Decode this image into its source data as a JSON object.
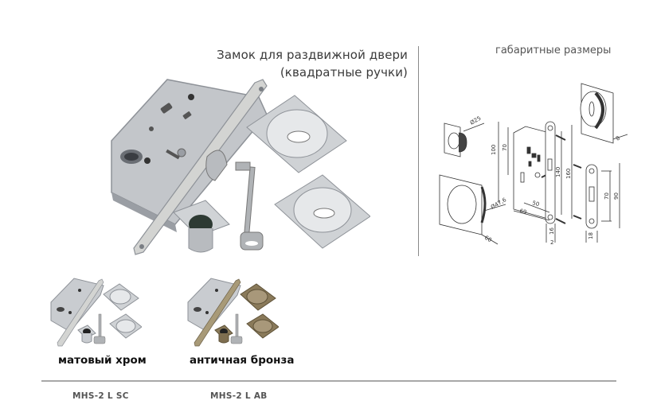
{
  "main_product": {
    "title_line1": "Замок для раздвижной двери",
    "title_line2": "(квадратные ручки)",
    "image_alt": "sliding-door lock set with square pulls, key and thumb turn"
  },
  "dimensions": {
    "title": "габаритные размеры",
    "labels": {
      "pull_small_diameter": "Ø25",
      "pull_large_diameter": "Ø47,6",
      "pull_size": "60",
      "height_100": "100",
      "height_70": "70",
      "faceplate_140": "140",
      "faceplate_160": "160",
      "backset_50": "50",
      "depth_69": "69",
      "faceplate_width": "16",
      "faceplate_thickness": "2",
      "handle_depth": "8",
      "strike_70": "70",
      "strike_90": "90",
      "strike_width": "18"
    }
  },
  "variants": [
    {
      "label": "матовый хром",
      "sku": "MHS-2 L SC",
      "finish_color": "#c9ccd0"
    },
    {
      "label": "античная бронза",
      "sku": "MHS-2 L AB",
      "finish_color": "#8a7a5a"
    }
  ],
  "colors": {
    "chrome": "#c9ccd0",
    "chrome_dark": "#8e9298",
    "bronze": "#8a7a5a",
    "line": "#a8a8a8"
  }
}
